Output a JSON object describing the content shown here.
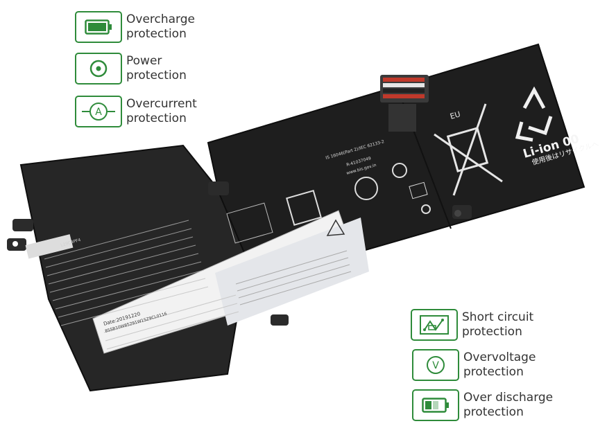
{
  "features_left": [
    {
      "label": "Overcharge\nprotection",
      "icon": "battery-full-icon"
    },
    {
      "label": "Power\nprotection",
      "icon": "power-target-icon"
    },
    {
      "label": "Overcurrent\nprotection",
      "icon": "ammeter-icon"
    }
  ],
  "features_right": [
    {
      "label": "Short circuit\nprotection",
      "icon": "circuit-board-icon"
    },
    {
      "label": "Overvoltage\nprotection",
      "icon": "voltmeter-icon"
    },
    {
      "label": "Over discharge\nprotection",
      "icon": "battery-low-icon"
    }
  ],
  "battery": {
    "li_ion_text": "Li-ion 00",
    "recycle_jp": "使用後はリサイクルへ",
    "eu_mark": "EU",
    "date_text": "Date:20191220",
    "serial_text": "8SSB10W85291W1SZ9CL0116",
    "standard_text": "IS 16046(Part 2)/IEC 62133-2",
    "rnum_text": "R-41037049",
    "bis_url": "www.bis.gov.in",
    "model_text": "L19C4PF4"
  },
  "colors": {
    "accent_green": "#2e8b3a",
    "battery_body": "#1e1e1e",
    "label_sticker": "#f2f2f2"
  }
}
